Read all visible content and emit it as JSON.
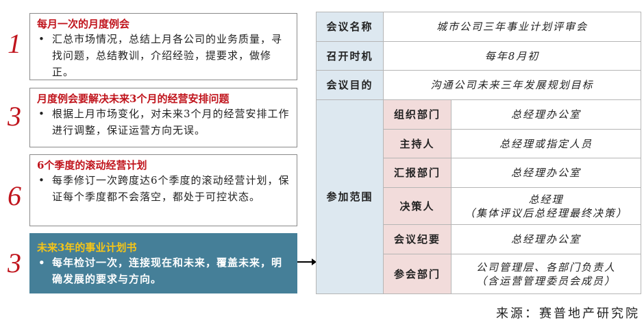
{
  "left": [
    {
      "num": "1",
      "title": "每月一次的月度例会",
      "body": "汇总市场情况，总结上月各公司的业务质量，寻找问题，总结教训，介绍经验，提要求，做修正。"
    },
    {
      "num": "3",
      "title": "月度例会要解决未来3个月的经营安排问题",
      "body": "根据上月市场变化，对未来3个月的经营安排工作进行调整，保证运营方向无误。"
    },
    {
      "num": "6",
      "title": "6个季度的滚动经营计划",
      "body": "每季修订一次跨度达6个季度的滚动经营计划，保证每个季度都不会落空，都处于可控状态。"
    },
    {
      "num": "3",
      "title": "未来3年的事业计划书",
      "body": "每年检讨一次，连接现在和未来，覆盖未来，明确发展的要求与方向。"
    }
  ],
  "table": {
    "name_label": "会议名称",
    "name_value": "城市公司三年事业计划评审会",
    "time_label": "召开时机",
    "time_value": "每年8月初",
    "purpose_label": "会议目的",
    "purpose_value": "沟通公司未来三年发展规划目标",
    "scope_label": "参加范围",
    "scope_rows": [
      {
        "label": "组织部门",
        "value": "总经理办公室"
      },
      {
        "label": "主持人",
        "value": "总经理或指定人员"
      },
      {
        "label": "汇报部门",
        "value": "总经理办公室"
      },
      {
        "label": "决策人",
        "value": "总经理",
        "value2": "（集体评议后总经理最终决策）"
      },
      {
        "label": "会议纪要",
        "value": "总经理办公室"
      },
      {
        "label": "参会部门",
        "value": "公司管理层、各部门负责人",
        "value2": "（含运营管理委员会成员）"
      }
    ]
  },
  "source": "来源：赛普地产研究院"
}
